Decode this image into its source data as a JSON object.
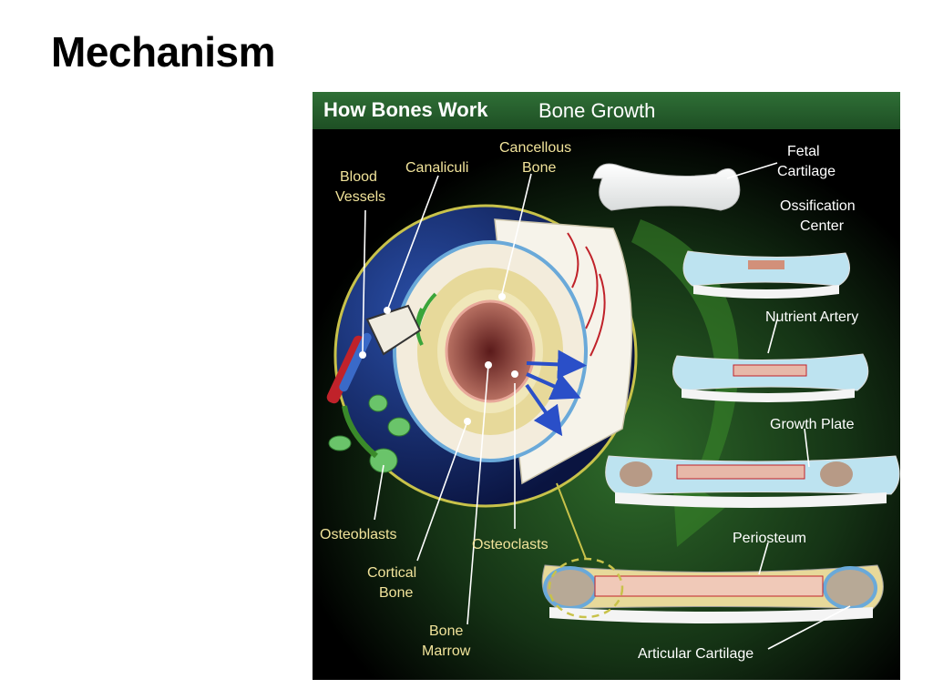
{
  "slide": {
    "title": "Mechanism"
  },
  "panel": {
    "title_main": "How Bones Work",
    "title_sub": "Bone Growth"
  },
  "labels": {
    "blood_vessels": [
      "Blood",
      "Vessels"
    ],
    "canaliculi": "Canaliculi",
    "cancellous_bone": [
      "Cancellous",
      "Bone"
    ],
    "osteoblasts": "Osteoblasts",
    "osteoclasts": "Osteoclasts",
    "cortical_bone": [
      "Cortical",
      "Bone"
    ],
    "bone_marrow": [
      "Bone",
      "Marrow"
    ],
    "fetal_cartilage": [
      "Fetal",
      "Cartilage"
    ],
    "ossification_center": [
      "Ossification",
      "Center"
    ],
    "nutrient_artery": "Nutrient Artery",
    "growth_plate": "Growth Plate",
    "periosteum": "Periosteum",
    "articular_cartilage": "Articular Cartilage"
  },
  "colors": {
    "header_green": "#2a6632",
    "label_yellow": "#f1e39a",
    "label_white": "#ffffff",
    "leader_yellow": "#c8c24a",
    "growth_arrow_green": "#3a8a2a",
    "cartilage_blue": "#9fd9ef",
    "vessel_red": "#c0222a",
    "marrow_brown": "#8a3a3a",
    "osteoclast_arrow_blue": "#2a4fc8"
  }
}
